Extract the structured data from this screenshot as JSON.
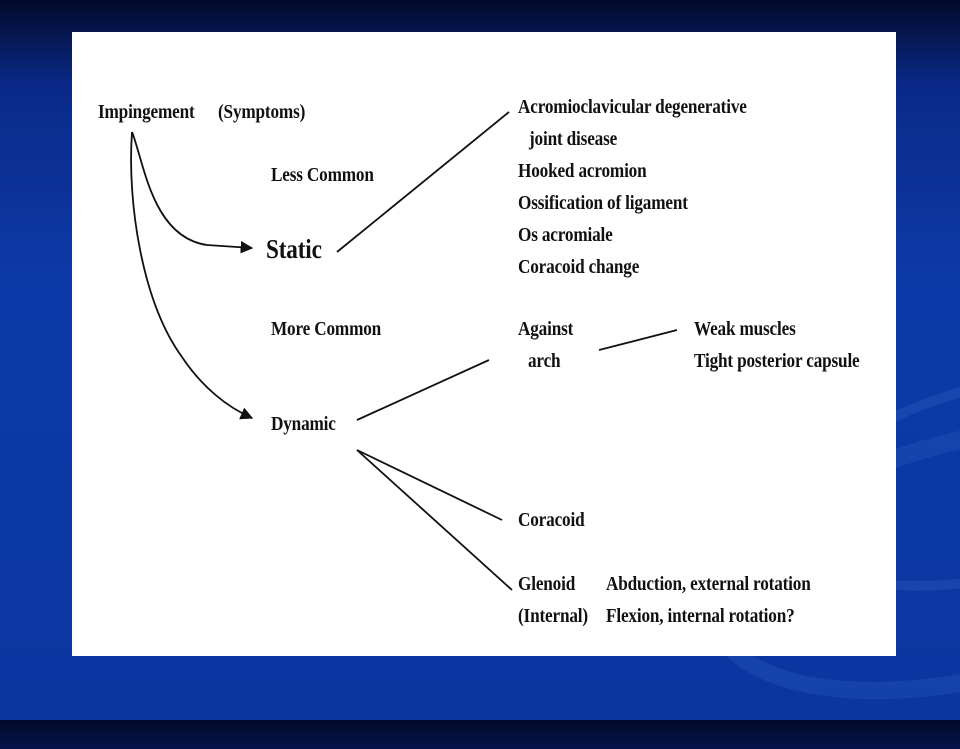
{
  "diagram": {
    "root": "Impingement",
    "root_note": "(Symptoms)",
    "less_common": "Less Common",
    "more_common": "More Common",
    "static": "Static",
    "dynamic": "Dynamic",
    "static_causes": [
      "Acromioclavicular degenerative",
      "joint disease",
      "Hooked acromion",
      "Ossification of ligament",
      "Os acromiale",
      "Coracoid change"
    ],
    "against": "Against",
    "arch": "arch",
    "arch_causes": [
      "Weak muscles",
      "Tight posterior capsule"
    ],
    "coracoid": "Coracoid",
    "glenoid": "Glenoid",
    "internal": "(Internal)",
    "glenoid_causes": [
      "Abduction, external rotation",
      "Flexion, internal rotation?"
    ]
  }
}
